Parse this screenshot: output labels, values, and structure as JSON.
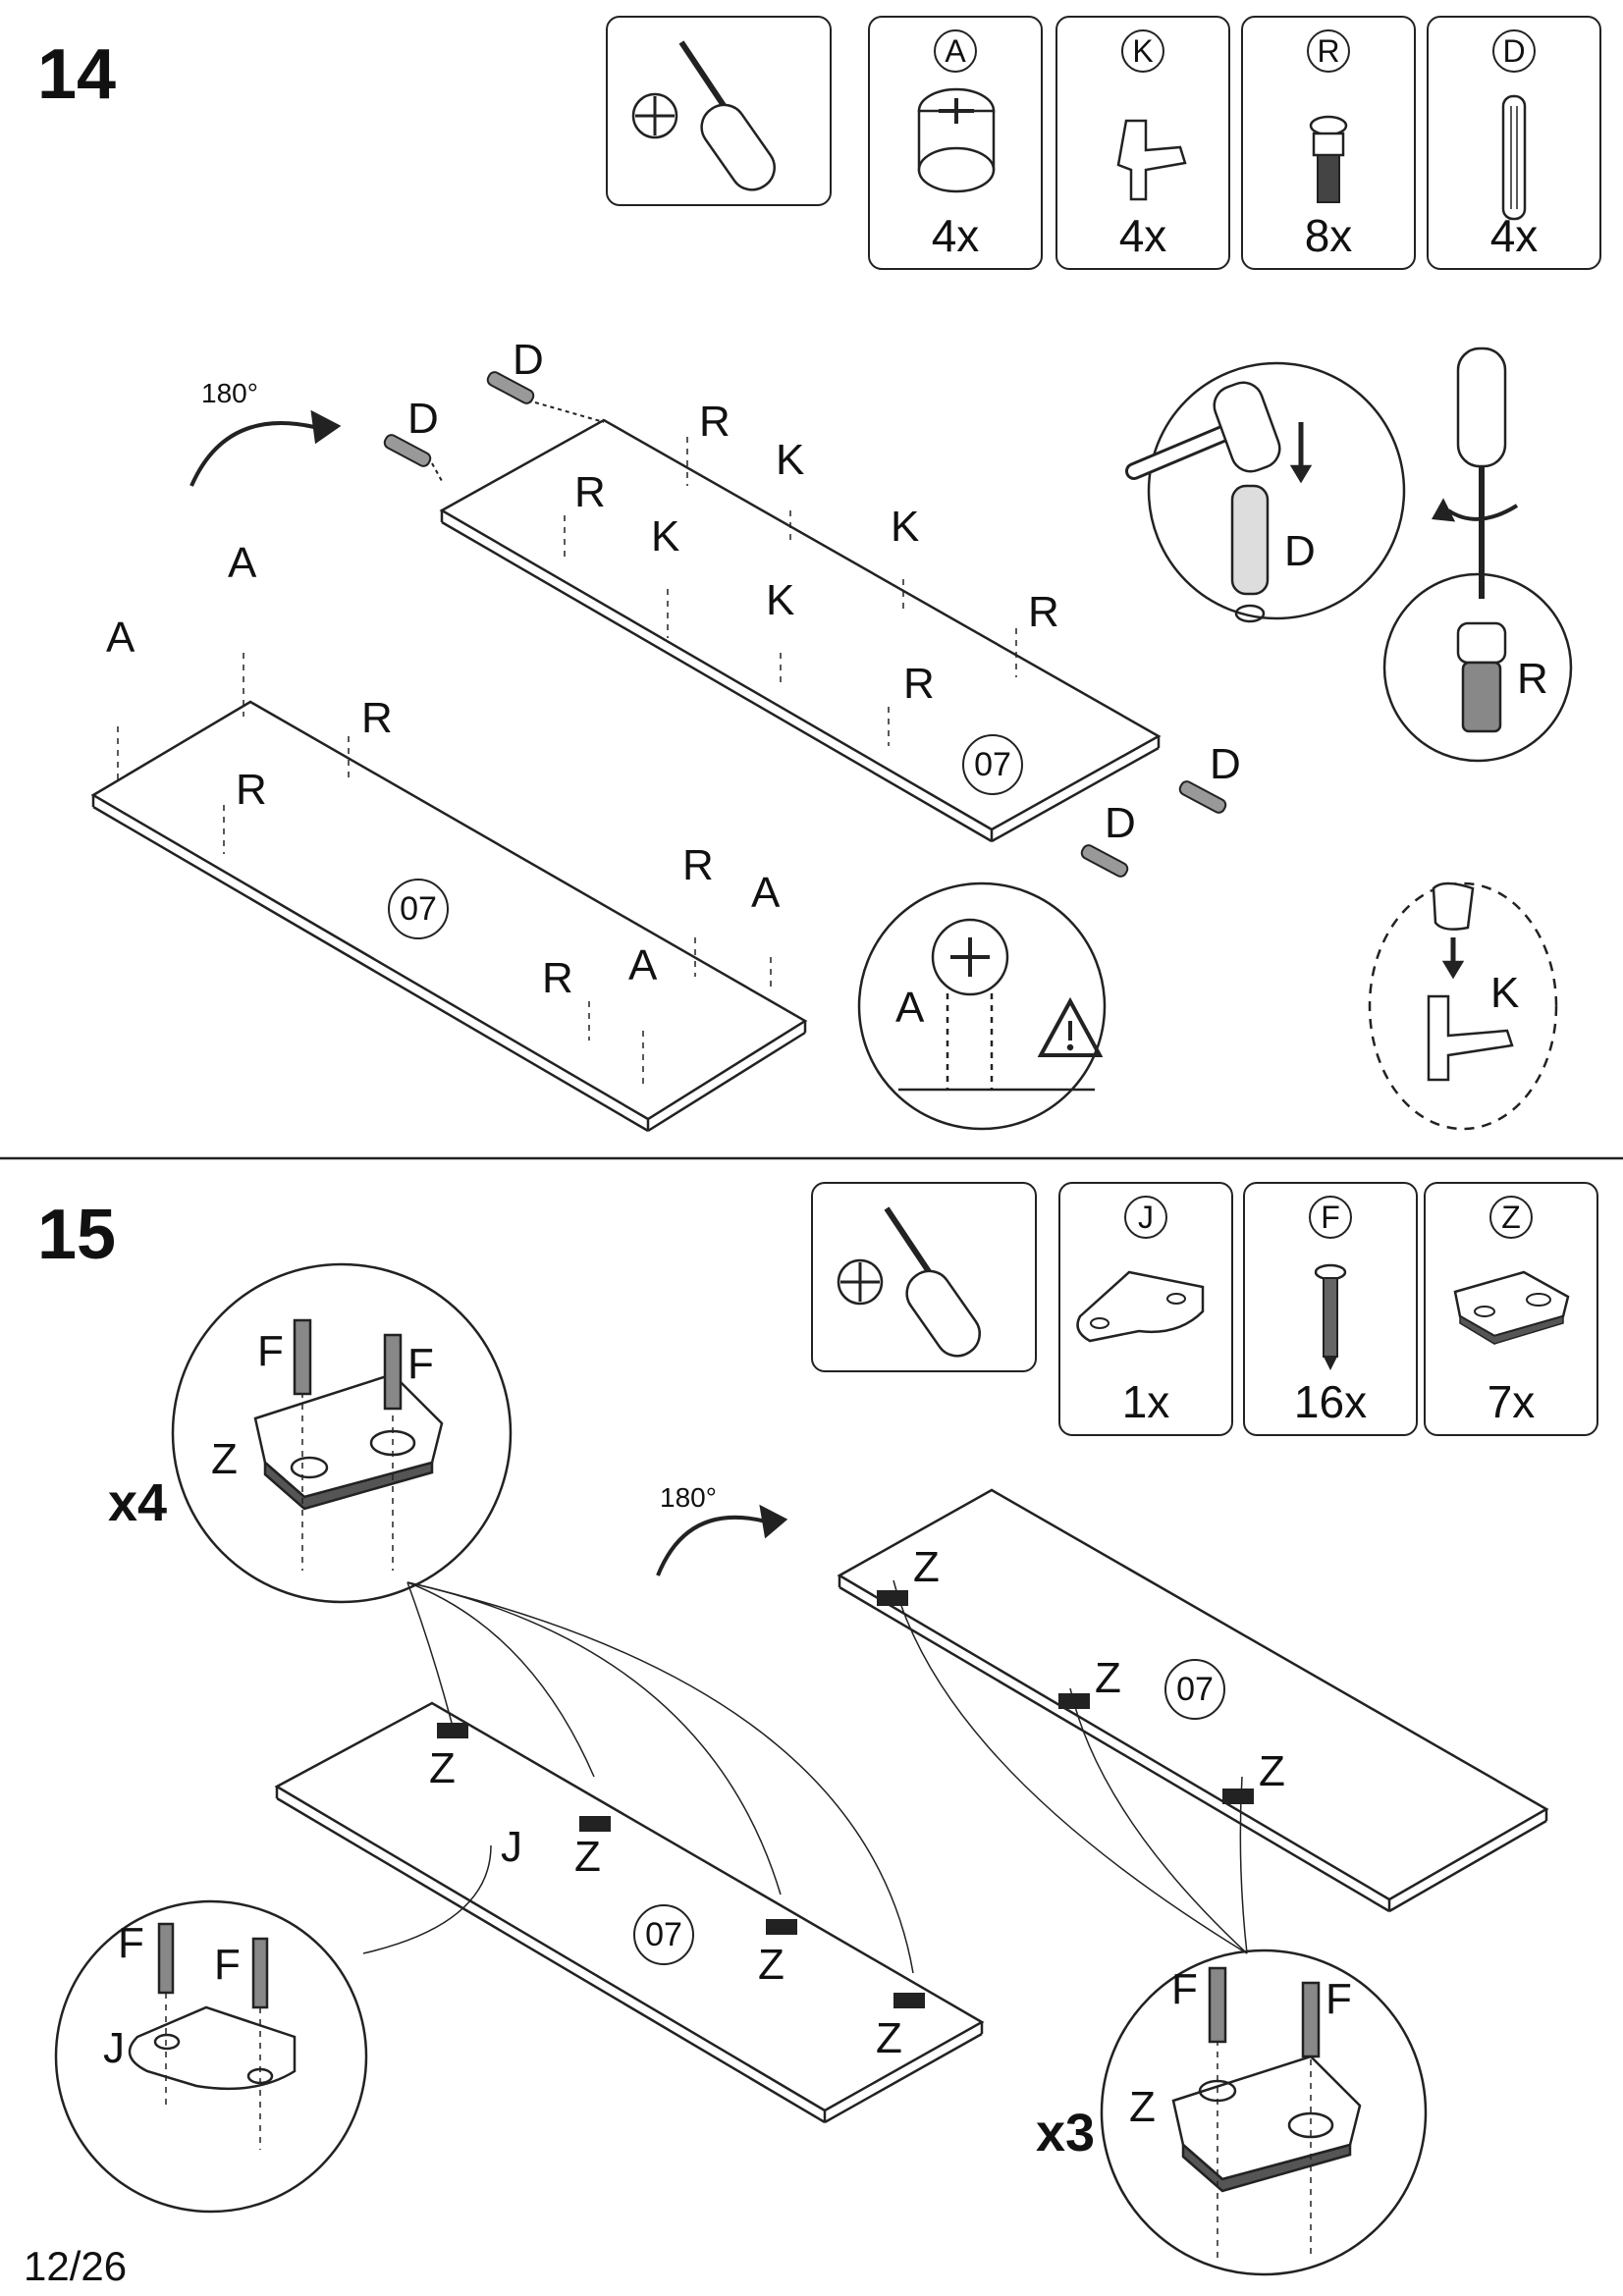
{
  "page": {
    "number": "12/26"
  },
  "step14": {
    "number": "14",
    "parts": [
      {
        "letter": "A",
        "qty": "4x",
        "icon": "cam-lock-icon"
      },
      {
        "letter": "K",
        "qty": "4x",
        "icon": "shelf-support-icon"
      },
      {
        "letter": "R",
        "qty": "8x",
        "icon": "cam-bolt-icon"
      },
      {
        "letter": "D",
        "qty": "4x",
        "icon": "wooden-dowel-icon"
      }
    ],
    "rotate_label": "180°",
    "panel_number": "07",
    "labels": {
      "A": "A",
      "R": "R",
      "K": "K",
      "D": "D"
    }
  },
  "step15": {
    "number": "15",
    "parts": [
      {
        "letter": "J",
        "qty": "1x",
        "icon": "rail-bracket-icon"
      },
      {
        "letter": "F",
        "qty": "16x",
        "icon": "screw-icon"
      },
      {
        "letter": "Z",
        "qty": "7x",
        "icon": "hinge-plate-icon"
      }
    ],
    "rotate_label": "180°",
    "panel_number": "07",
    "multiplier_left": "x4",
    "multiplier_right": "x3",
    "labels": {
      "F": "F",
      "Z": "Z",
      "J": "J"
    }
  }
}
